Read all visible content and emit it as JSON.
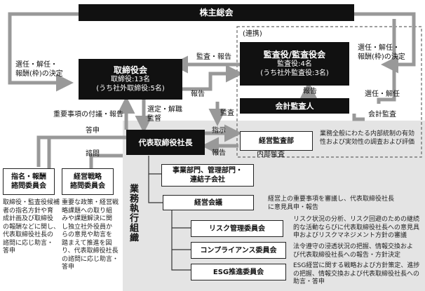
{
  "nodes": {
    "shareholders": "株主総会",
    "renkei": "(連携)",
    "board": {
      "title": "取締役会",
      "line1": "取締役:13名",
      "line2": "(うち社外取締役:5名)"
    },
    "auditors": {
      "title": "監査役/監査役会",
      "line1": "監査役:4名",
      "line2": "(うち社外監査役:3名)"
    },
    "accounting_auditor": "会計監査人",
    "president": "代表取締役社長",
    "internal_audit_dept": "経営監査部",
    "nomination_committee": {
      "line1": "指名・報酬",
      "line2": "諮問委員会"
    },
    "strategy_committee": {
      "line1": "経営戦略",
      "line2": "諮問委員会"
    },
    "divisions": {
      "line1": "事業部門、管理部門・",
      "line2": "連結子会社"
    },
    "management_meeting": "経営会議",
    "risk_committee": "リスク管理委員会",
    "compliance_committee": "コンプライアンス委員会",
    "esg_committee": "ESG推進委員会",
    "business_org": "業務執行組織"
  },
  "labels": {
    "elect_left": {
      "line1": "選任・解任・",
      "line2": "報酬(枠)の決定"
    },
    "elect_right": {
      "line1": "選任・解任・",
      "line2": "報酬(枠)の決定"
    },
    "audit_report": "監査・報告",
    "report_aud_to_board": "報告",
    "report_acc_to_aud": "報告",
    "elect_dismiss": "選任・解任",
    "important_matters": "重要事項の付議・報告",
    "appoint_supervise": {
      "line1": "選定・解職",
      "line2": "監督"
    },
    "audit": "監査",
    "accounting_audit": "会計監査",
    "inquiry_answer": "答申",
    "inquiry": "諮問",
    "instruction": "指示",
    "report_ia": "報告",
    "internal_audit": "内部監査"
  },
  "descriptions": {
    "internal_audit": [
      "業務全般にわたる内部統制の有効",
      "性および実効性の調査および評価"
    ],
    "nomination": [
      "取締役・監査役候補",
      "者の指名方針や育",
      "成計画及び取締役",
      "の報酬などに関し、",
      "代表取締役社長の",
      "諮問に応じ助言・",
      "答申"
    ],
    "strategy": [
      "重要な政策・経営戦",
      "略課題への取り組",
      "みや課題解決に関",
      "し独立社外役員か",
      "らの意見や助言を",
      "踏まえて推進を図",
      "り、代表取締役社長",
      "の諮問に応じ助言・",
      "答申"
    ],
    "management": [
      "経営上の重要事項を審議し、代表取締役社長",
      "に意見具申・報告"
    ],
    "risk": [
      "リスク状況の分析、リスク回避のための継続",
      "的な活動ならびに代表取締役社長への意見具",
      "申およびリスクマネジメント方針の審議"
    ],
    "compliance": [
      "法令遵守の浸透状況の把握、情報交換およ",
      "び代表取締役社長への報告・方針決定"
    ],
    "esg": [
      "ESG経営に関する戦略および方針策定、進捗",
      "の把握、情報交換および代表取締役社長への",
      "助言・答申"
    ]
  }
}
